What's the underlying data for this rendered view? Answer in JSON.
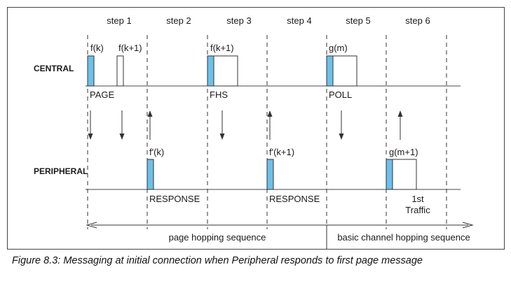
{
  "steps": [
    "step 1",
    "step 2",
    "step 3",
    "step 4",
    "step 5",
    "step 6"
  ],
  "roles": {
    "central": "CENTRAL",
    "peripheral": "PERIPHERAL"
  },
  "central": {
    "packet_labels": [
      "f(k)",
      "f(k+1)",
      "f(k+1)",
      "g(m)"
    ],
    "message_labels": [
      "PAGE",
      "FHS",
      "POLL"
    ]
  },
  "peripheral": {
    "packet_labels": [
      "f'(k)",
      "f'(k+1)",
      "g(m+1)"
    ],
    "message_labels": [
      "RESPONSE",
      "RESPONSE"
    ],
    "traffic_label": [
      "1st",
      "Traffic"
    ]
  },
  "sequences": {
    "page": "page hopping sequence",
    "basic": "basic channel hopping sequence"
  },
  "caption": "Figure 8.3:  Messaging at initial connection when Peripheral responds to first page message",
  "colors": {
    "packet_fill": "#6cc0ea",
    "line": "#444444"
  }
}
